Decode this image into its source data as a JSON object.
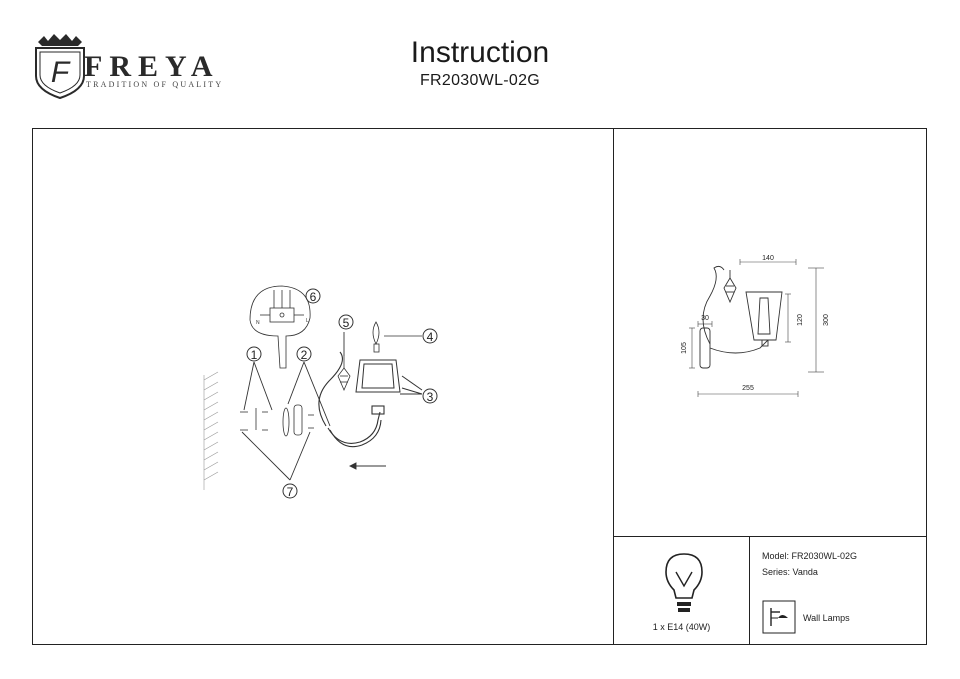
{
  "header": {
    "brand_name": "FREYA",
    "brand_tagline": "TRADITION OF QUALITY",
    "title": "Instruction",
    "model_code": "FR2030WL-02G"
  },
  "assembly": {
    "callouts": [
      "1",
      "2",
      "3",
      "4",
      "5",
      "6",
      "7"
    ],
    "wiring_labels": [
      "L",
      "N"
    ]
  },
  "dimensions": {
    "width_top": "140",
    "height_shade": "120",
    "height_total": "300",
    "depth_base": "30",
    "height_base": "105",
    "width_total": "255"
  },
  "specs": {
    "bulb": "1 x E14 (40W)",
    "model": "Model: FR2030WL-02G",
    "series": "Series: Vanda",
    "category": "Wall Lamps"
  }
}
